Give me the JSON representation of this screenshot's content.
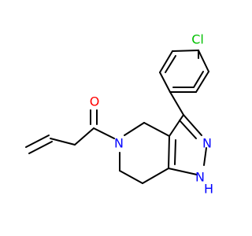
{
  "molecule": {
    "atoms": {
      "chlorine": {
        "label": "Cl",
        "color": "#00c000"
      },
      "oxygen": {
        "label": "O",
        "color": "#ff0000"
      },
      "amide_nitrogen": {
        "label": "N",
        "color": "#0000ff"
      },
      "pyrazole_n2": {
        "label": "N",
        "color": "#0000ff"
      },
      "pyrazole_n1": {
        "label": "N",
        "color": "#0000ff"
      },
      "pyrazole_nh_h": {
        "label": "H",
        "color": "#0000ff"
      }
    },
    "bond_color": "#000000"
  }
}
